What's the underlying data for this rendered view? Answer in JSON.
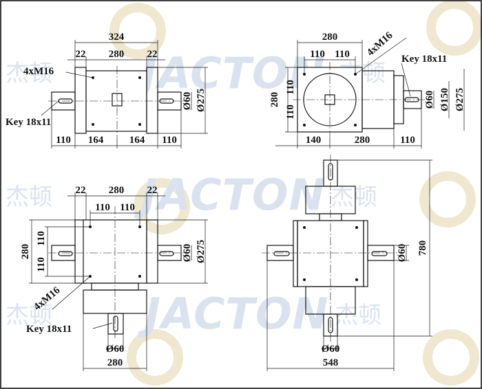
{
  "watermark": {
    "logo_text": "JACTON",
    "chinese_text": "杰顿"
  },
  "views": {
    "top_left": {
      "dims": {
        "overall_width": "324",
        "flange_left": "22",
        "body_width": "280",
        "flange_right": "22",
        "shaft_left": "110",
        "half_left": "164",
        "half_right": "164",
        "shaft_right": "110",
        "shaft_dia": "Ø60",
        "flange_dia": "Ø275"
      },
      "thread_label": "4xM16",
      "key_label": "Key 18x11"
    },
    "top_right": {
      "dims": {
        "body_width": "280",
        "hole_left": "110",
        "hole_right": "110",
        "body_height": "280",
        "hole_upper": "110",
        "hole_lower": "110",
        "left_offset": "140",
        "body_width_bottom": "280",
        "shaft_len": "110",
        "shaft_dia": "Ø60",
        "pilot_dia": "Ø150",
        "flange_dia": "Ø275"
      },
      "thread_label": "4xM16",
      "key_label": "Key 18x11"
    },
    "bottom_left": {
      "dims": {
        "flange_left": "22",
        "body_width": "280",
        "flange_right": "22",
        "hole_left": "110",
        "hole_right": "110",
        "body_height": "280",
        "hole_upper": "110",
        "hole_lower": "110",
        "shaft_dia": "Ø60",
        "flange_dia": "Ø275",
        "bottom_shaft_dia": "Ø60",
        "bottom_width": "280"
      },
      "thread_label": "4xM16",
      "key_label": "Key 18x11"
    },
    "bottom_right": {
      "dims": {
        "shaft_dia_right": "Ø60",
        "overall_height": "780",
        "shaft_dia_bottom": "Ø60",
        "overall_width": "548"
      }
    }
  }
}
